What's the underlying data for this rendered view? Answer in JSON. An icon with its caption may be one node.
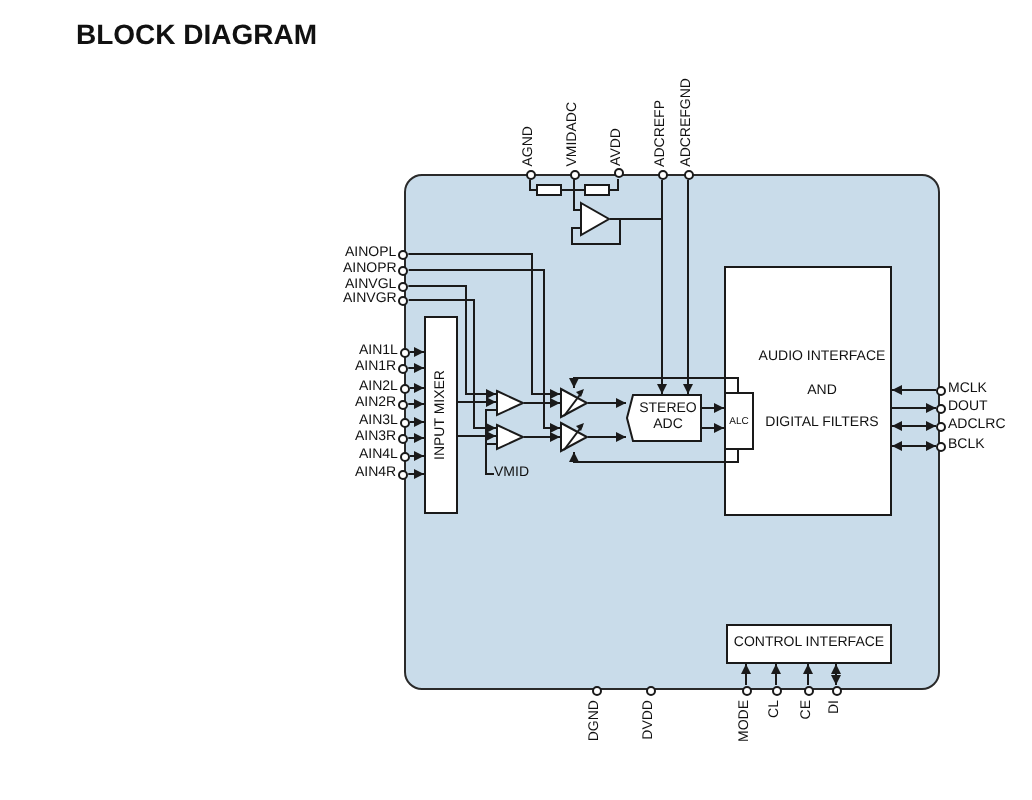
{
  "diagram": {
    "title": "BLOCK DIAGRAM",
    "nodes": [
      {
        "text": [],
        "shape": "box"
      },
      {
        "text": [
          "AGND"
        ]
      },
      {
        "text": [
          "VMIDADC"
        ]
      },
      {
        "text": [
          "AVDD"
        ]
      },
      {
        "text": [
          "ADCREFP"
        ]
      },
      {
        "text": [
          "ADCREFGND"
        ]
      },
      {
        "text": [
          "AINOPL"
        ]
      },
      {
        "text": [
          "AINOPR"
        ]
      },
      {
        "text": [
          "AINVGL"
        ]
      },
      {
        "text": [
          "AINVGR"
        ]
      },
      {
        "text": [
          "AIN1L"
        ]
      },
      {
        "text": [
          "AIN1R"
        ]
      },
      {
        "text": [
          "AIN2L"
        ]
      },
      {
        "text": [
          "AIN2R"
        ]
      },
      {
        "text": [
          "AIN3L"
        ]
      },
      {
        "text": [
          "AIN3R"
        ]
      },
      {
        "text": [
          "AIN4L"
        ]
      },
      {
        "text": [
          "AIN4R"
        ]
      },
      {
        "text": [
          "INPUT MIXER"
        ],
        "in": 0
      },
      {
        "text": [
          "VMID"
        ],
        "in": 0
      },
      {
        "text": [],
        "shape": "triangle",
        "in": 0
      },
      {
        "text": [],
        "shape": "triangle",
        "in": 0
      },
      {
        "text": [],
        "shape": "triangle",
        "in": 0
      },
      {
        "text": [],
        "shape": "triangle",
        "in": 0
      },
      {
        "text": [],
        "shape": "triangle",
        "in": 0
      },
      {
        "text": [
          "STEREO ADC"
        ],
        "in": 0
      },
      {
        "text": [
          "AUDIO INTERFACE",
          "AND",
          "DIGITAL FILTERS"
        ],
        "in": 0
      },
      {
        "text": [
          "ALC"
        ],
        "in": 26
      },
      {
        "text": [
          "CONTROL INTERFACE"
        ],
        "in": 0
      },
      {
        "text": [
          "MCLK"
        ]
      },
      {
        "text": [
          "DOUT"
        ]
      },
      {
        "text": [
          "ADCLRC"
        ]
      },
      {
        "text": [
          "BCLK"
        ]
      },
      {
        "text": [
          "DGND"
        ]
      },
      {
        "text": [
          "DVDD"
        ]
      },
      {
        "text": [
          "MODE"
        ]
      },
      {
        "text": [
          "CL"
        ]
      },
      {
        "text": [
          "CE"
        ]
      },
      {
        "text": [
          "DI"
        ]
      },
      {
        "text": [],
        "shape": "resistor",
        "in": 0
      },
      {
        "text": [],
        "shape": "resistor",
        "in": 0
      }
    ],
    "edges": [
      {
        "from": 10,
        "to": 18,
        "arrow": "to"
      },
      {
        "from": 11,
        "to": 18,
        "arrow": "to"
      },
      {
        "from": 12,
        "to": 18,
        "arrow": "to"
      },
      {
        "from": 13,
        "to": 18,
        "arrow": "to"
      },
      {
        "from": 14,
        "to": 18,
        "arrow": "to"
      },
      {
        "from": 15,
        "to": 18,
        "arrow": "to"
      },
      {
        "from": 16,
        "to": 18,
        "arrow": "to"
      },
      {
        "from": 17,
        "to": 18,
        "arrow": "to"
      },
      {
        "from": 18,
        "to": 20,
        "arrow": "to"
      },
      {
        "from": 18,
        "to": 21,
        "arrow": "to"
      },
      {
        "from": 8,
        "to": 20,
        "arrow": "to"
      },
      {
        "from": 9,
        "to": 21,
        "arrow": "to"
      },
      {
        "from": 19,
        "to": 20,
        "arrow": "none"
      },
      {
        "from": 19,
        "to": 21,
        "arrow": "none"
      },
      {
        "from": 20,
        "to": 22,
        "arrow": "to"
      },
      {
        "from": 21,
        "to": 23,
        "arrow": "to"
      },
      {
        "from": 6,
        "to": 22,
        "arrow": "to"
      },
      {
        "from": 7,
        "to": 23,
        "arrow": "to"
      },
      {
        "from": 22,
        "to": 25,
        "arrow": "to"
      },
      {
        "from": 23,
        "to": 25,
        "arrow": "to"
      },
      {
        "from": 25,
        "to": 27,
        "arrow": "to"
      },
      {
        "from": 25,
        "to": 27,
        "arrow": "to"
      },
      {
        "from": 27,
        "to": 22,
        "arrow": "to"
      },
      {
        "from": 27,
        "to": 23,
        "arrow": "to"
      },
      {
        "from": 4,
        "to": 25,
        "arrow": "to"
      },
      {
        "from": 5,
        "to": 25,
        "arrow": "to"
      },
      {
        "from": 1,
        "to": 39,
        "arrow": "none"
      },
      {
        "from": 39,
        "to": 2,
        "arrow": "none"
      },
      {
        "from": 2,
        "to": 40,
        "arrow": "none"
      },
      {
        "from": 40,
        "to": 3,
        "arrow": "none"
      },
      {
        "from": 2,
        "to": 24,
        "arrow": "none"
      },
      {
        "from": 24,
        "to": 25,
        "arrow": "none"
      },
      {
        "from": 29,
        "to": 26,
        "arrow": "to"
      },
      {
        "from": 26,
        "to": 30,
        "arrow": "to"
      },
      {
        "from": 31,
        "to": 26,
        "arrow": "both"
      },
      {
        "from": 32,
        "to": 26,
        "arrow": "both"
      },
      {
        "from": 35,
        "to": 28,
        "arrow": "to"
      },
      {
        "from": 36,
        "to": 28,
        "arrow": "to"
      },
      {
        "from": 37,
        "to": 28,
        "arrow": "to"
      },
      {
        "from": 38,
        "to": 28,
        "arrow": "both"
      }
    ]
  }
}
